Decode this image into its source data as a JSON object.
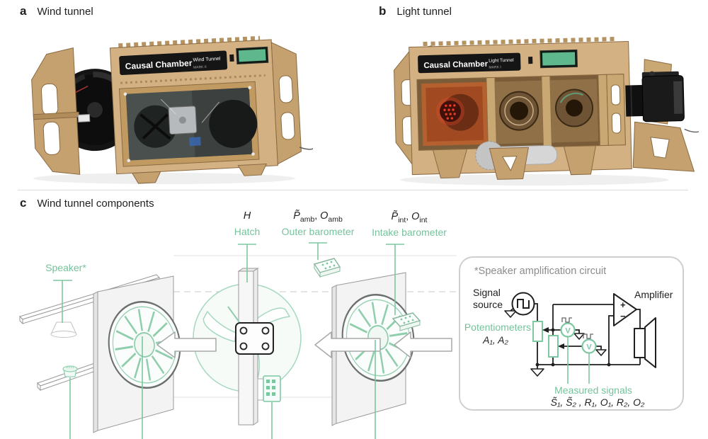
{
  "panels": {
    "a": {
      "tag": "a",
      "title": "Wind tunnel"
    },
    "b": {
      "tag": "b",
      "title": "Light tunnel"
    },
    "c": {
      "tag": "c",
      "title": "Wind tunnel components"
    }
  },
  "device_a": {
    "brand": "Causal Chamber",
    "model": "Wind Tunnel",
    "mark": "MARK II"
  },
  "device_b": {
    "brand": "Causal Chamber",
    "model": "Light Tunnel",
    "mark": "MARK I"
  },
  "diagram": {
    "speaker_label": "Speaker*",
    "hatch": {
      "var": "H",
      "label": "Hatch"
    },
    "outer_barometer": {
      "p": "P̃",
      "p_sub": "amb",
      "sep": ", ",
      "o": "O",
      "o_sub": "amb",
      "label": "Outer barometer"
    },
    "intake_barometer": {
      "p": "P̃",
      "p_sub": "int",
      "sep": ", ",
      "o": "O",
      "o_sub": "int",
      "label": "Intake barometer"
    }
  },
  "circuit": {
    "title": "*Speaker amplification circuit",
    "signal_source_line1": "Signal",
    "signal_source_line2": "source",
    "amplifier": "Amplifier",
    "amp_plus": "+",
    "amp_minus": "−",
    "potentiometers": "Potentiometers",
    "pot_vars": "A₁, A₂",
    "voltmeter": "V",
    "measured": "Measured signals",
    "signals": "S̃₁, S̃₂ , R₁, O₁, R₂, O₂"
  },
  "colors": {
    "annotation_green": "#74c39b",
    "line_green": "#7cc7a0",
    "wood": "#d3b183",
    "lcd_green": "#5fb78d",
    "led_red": "#e23b22"
  }
}
